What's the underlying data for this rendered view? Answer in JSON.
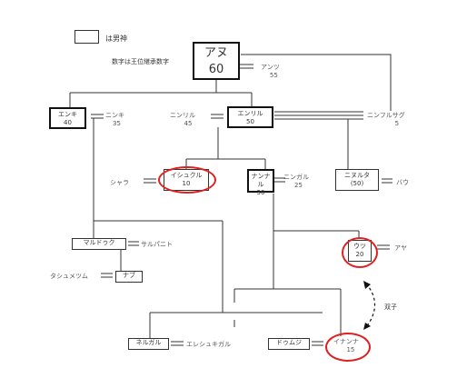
{
  "legend": {
    "label": "は男神"
  },
  "note": "数字は王位継承数字",
  "persons": {
    "anu": {
      "name": "アヌ",
      "number": "60"
    },
    "antu": {
      "name": "アンツ",
      "number": "55"
    },
    "enki": {
      "name": "エンキ",
      "number": "40"
    },
    "ninki": {
      "name": "ニンキ",
      "number": "35"
    },
    "ninlil": {
      "name": "ニンリル",
      "number": "45"
    },
    "enlil": {
      "name": "エンリル",
      "number": "50"
    },
    "ninhursag": {
      "name": "ニンフルサグ",
      "number": "5"
    },
    "shala": {
      "name": "シャラ"
    },
    "ishkur": {
      "name": "イシュクル",
      "number": "10"
    },
    "nannar": {
      "name": "ナンナル",
      "number": "30"
    },
    "ningal": {
      "name": "ニンガル",
      "number": "25"
    },
    "ninurta": {
      "name": "ニヌルタ",
      "number": "(50)"
    },
    "bau": {
      "name": "バウ"
    },
    "marduk": {
      "name": "マルドゥク"
    },
    "sarpanit": {
      "name": "サルパニト"
    },
    "tashmetum": {
      "name": "タシュメツム"
    },
    "nabu": {
      "name": "ナブ"
    },
    "utu": {
      "name": "ウツ",
      "number": "20"
    },
    "aya": {
      "name": "アヤ"
    },
    "nergal": {
      "name": "ネルガル"
    },
    "ereshkigal": {
      "name": "エレシュキガル"
    },
    "dumuzi": {
      "name": "ドゥムジ"
    },
    "inanna": {
      "name": "イナンナ",
      "number": "15"
    }
  },
  "twins_label": "双子",
  "colors": {
    "line": "#333333",
    "highlight": "#e02020"
  }
}
